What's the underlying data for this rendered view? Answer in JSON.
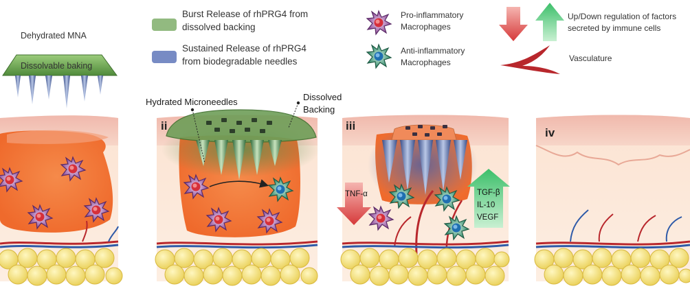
{
  "legend": {
    "burst": [
      "Burst Release of rhPRG4 from",
      "dissolved backing"
    ],
    "sustained": [
      "Sustained Release of rhPRG4",
      "from biodegradable needles"
    ],
    "pro": [
      "Pro-inflammatory",
      "Macrophages"
    ],
    "anti": [
      "Anti-inflammatory",
      "Macrophages"
    ],
    "updown": [
      "Up/Down regulation of factors",
      "secreted by immune cells"
    ],
    "vasculature": "Vasculature"
  },
  "colors": {
    "burst": "#7fae6a",
    "sustained": "#4a64b0",
    "pro_macrophage": "#7a3f86",
    "anti_macrophage": "#2f8a6a",
    "up_arrow": "#3cbf6a",
    "down_arrow": "#d6393a",
    "vasculature": "#b8272c",
    "wound": "#f07a3a",
    "fat": "#f4e27a"
  },
  "panel1": {
    "mna_label": "Dehydrated MNA",
    "backing_label": "Dissolvable baking"
  },
  "panel2": {
    "numeral": "ii",
    "hydrated": "Hydrated Microneedles",
    "dissolved": [
      "Dissolved",
      "Backing"
    ]
  },
  "panel3": {
    "numeral": "iii",
    "down_factor": "TNF-α",
    "up_factors": [
      "TGF-β",
      "IL-10",
      "VEGF"
    ]
  },
  "panel4": {
    "numeral": "iv"
  }
}
